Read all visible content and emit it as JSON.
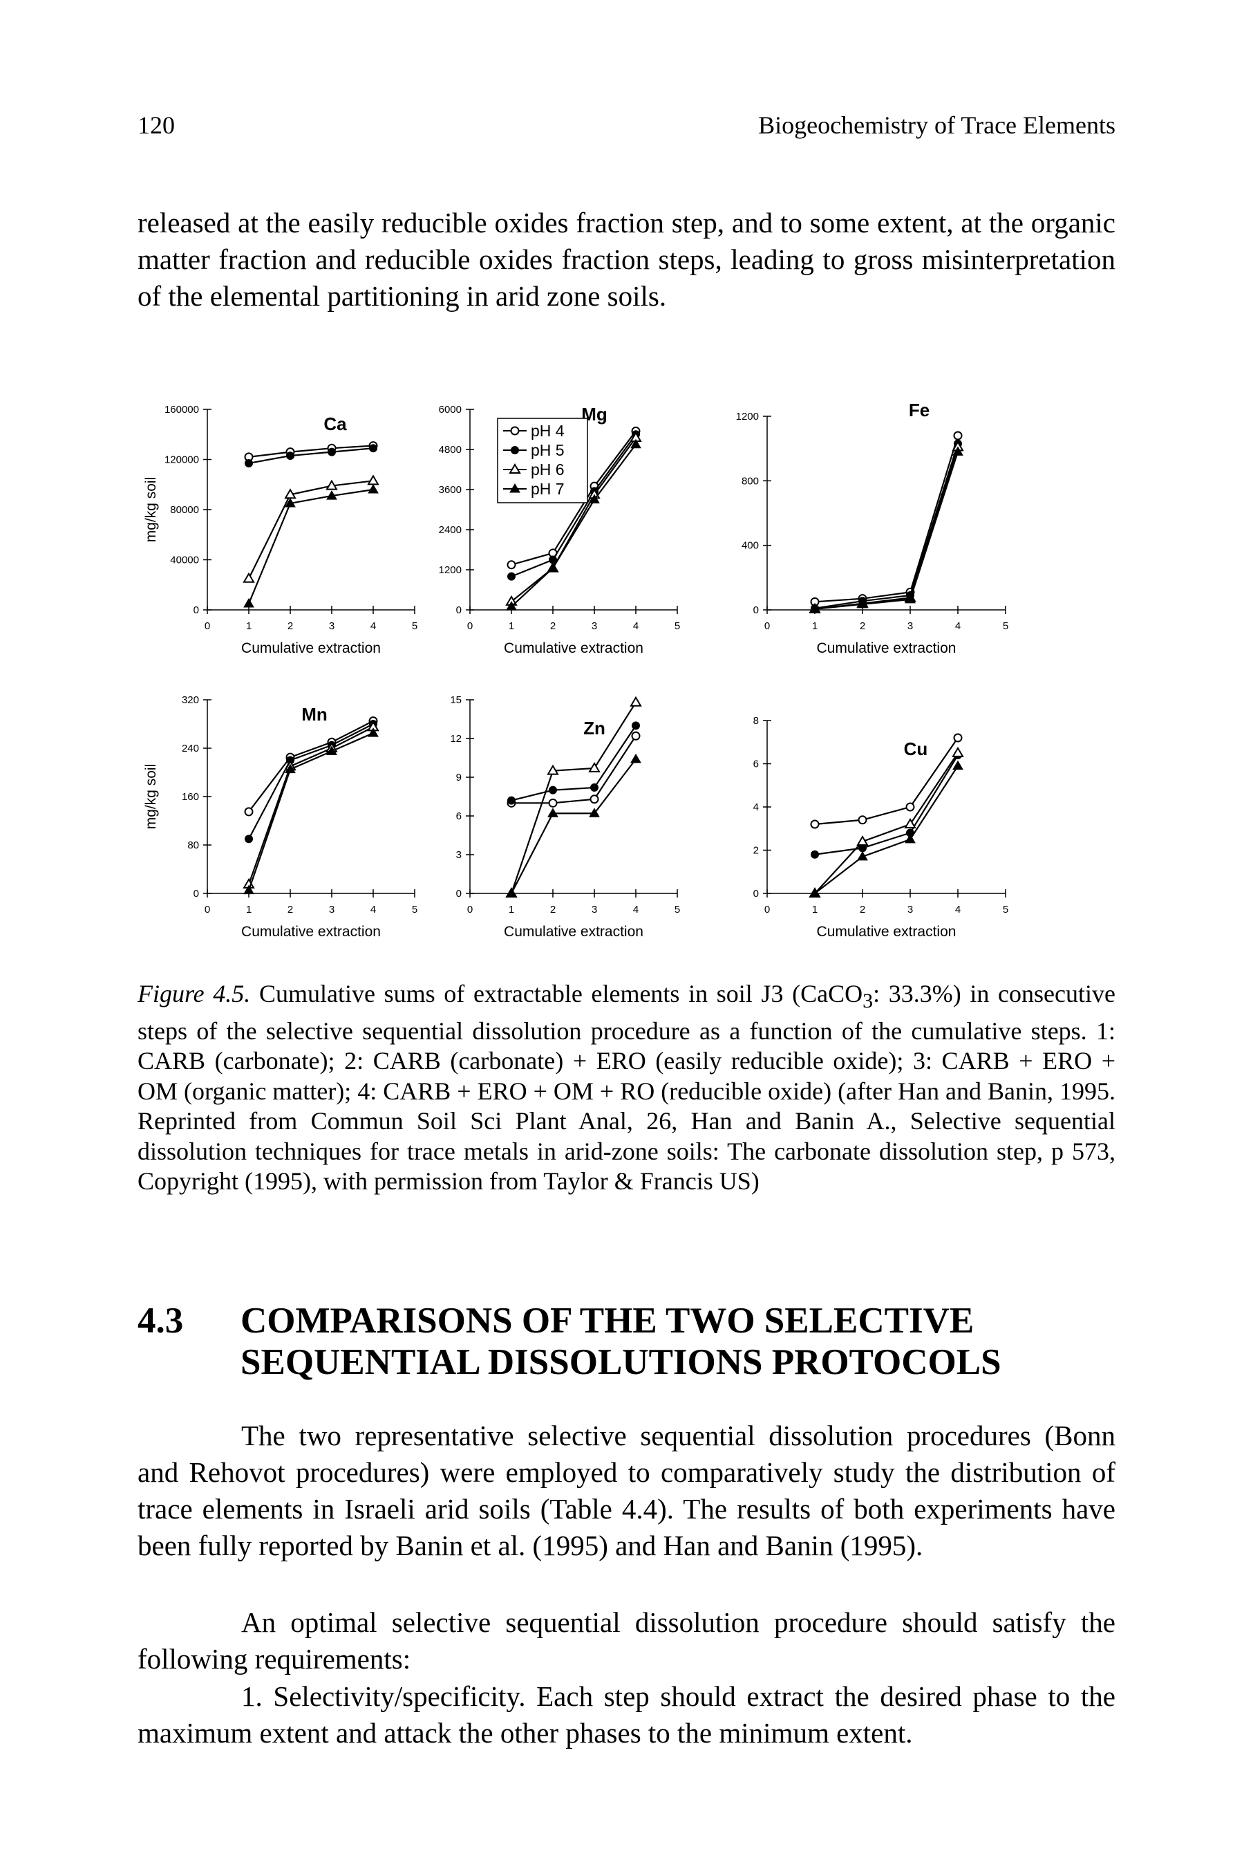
{
  "header": {
    "page_number": "120",
    "running_title": "Biogeochemistry of Trace Elements"
  },
  "paragraph_intro": "released at the easily reducible oxides fraction step, and to some extent, at the organic matter fraction and reducible oxides fraction steps, leading to gross misinterpretation of the elemental partitioning in arid zone soils.",
  "caption": {
    "label": "Figure 4.5.",
    "text_before_sub": " Cumulative sums of extractable elements in soil J3 (CaCO",
    "sub": "3",
    "text_after_sub": ": 33.3%) in consecutive steps of the selective sequential dissolution procedure as a function of the cumulative steps. 1: CARB (carbonate); 2: CARB (carbonate) + ERO (easily reducible oxide); 3: CARB + ERO + OM (organic matter); 4: CARB + ERO + OM + RO (reducible oxide) (after Han and Banin, 1995. Reprinted from Commun Soil Sci Plant Anal, 26, Han and Banin A., Selective sequential dissolution techniques for trace metals in arid-zone soils: The carbonate dissolution step, p 573, Copyright (1995), with permission from Taylor & Francis US)"
  },
  "section": {
    "number": "4.3",
    "title": "COMPARISONS OF THE TWO SELECTIVE SEQUENTIAL DISSOLUTIONS PROTOCOLS"
  },
  "paragraphs": [
    "The two representative selective sequential dissolution procedures (Bonn and Rehovot procedures) were employed to comparatively study the distribution of trace elements in Israeli arid soils (Table 4.4). The results of both experiments have been fully reported by Banin et al. (1995) and Han and Banin (1995).",
    "An optimal selective sequential dissolution procedure should satisfy the following requirements:",
    "1. Selectivity/specificity. Each step should extract the desired phase to the maximum extent and attack the other phases to the minimum extent."
  ],
  "chart_data": [
    {
      "type": "line",
      "title": "Ca",
      "xlabel": "Cumulative extraction",
      "ylabel": "mg/kg soil",
      "x": [
        1,
        2,
        3,
        4
      ],
      "xlim": [
        0,
        5
      ],
      "ylim": [
        0,
        160000
      ],
      "yticks": [
        0,
        40000,
        80000,
        120000,
        160000
      ],
      "series": [
        {
          "name": "pH 4",
          "marker": "open-circle",
          "values": [
            122000,
            126000,
            129000,
            131000
          ]
        },
        {
          "name": "pH 5",
          "marker": "filled-circle",
          "values": [
            117000,
            123000,
            126000,
            129000
          ]
        },
        {
          "name": "pH 6",
          "marker": "open-triangle",
          "values": [
            25000,
            92000,
            99000,
            103000
          ]
        },
        {
          "name": "pH 7",
          "marker": "filled-triangle",
          "values": [
            5000,
            85000,
            91000,
            96000
          ]
        }
      ]
    },
    {
      "type": "line",
      "title": "Mg",
      "xlabel": "Cumulative extraction",
      "ylabel": "",
      "x": [
        1,
        2,
        3,
        4
      ],
      "xlim": [
        0,
        5
      ],
      "ylim": [
        0,
        6000
      ],
      "yticks": [
        0,
        1200,
        2400,
        3600,
        4800,
        6000
      ],
      "series": [
        {
          "name": "pH 4",
          "marker": "open-circle",
          "values": [
            1350,
            1700,
            3700,
            5350
          ]
        },
        {
          "name": "pH 5",
          "marker": "filled-circle",
          "values": [
            1000,
            1500,
            3550,
            5250
          ]
        },
        {
          "name": "pH 6",
          "marker": "open-triangle",
          "values": [
            250,
            1250,
            3450,
            5150
          ]
        },
        {
          "name": "pH 7",
          "marker": "filled-triangle",
          "values": [
            100,
            1250,
            3300,
            4950
          ]
        }
      ]
    },
    {
      "type": "line",
      "title": "Fe",
      "xlabel": "Cumulative extraction",
      "ylabel": "",
      "x": [
        1,
        2,
        3,
        4
      ],
      "xlim": [
        0,
        5
      ],
      "ylim": [
        0,
        1200
      ],
      "yticks": [
        0,
        400,
        800,
        1200
      ],
      "series": [
        {
          "name": "pH 4",
          "marker": "open-circle",
          "values": [
            50,
            70,
            110,
            1080
          ]
        },
        {
          "name": "pH 5",
          "marker": "filled-circle",
          "values": [
            10,
            55,
            90,
            1030
          ]
        },
        {
          "name": "pH 6",
          "marker": "open-triangle",
          "values": [
            5,
            40,
            75,
            1010
          ]
        },
        {
          "name": "pH 7",
          "marker": "filled-triangle",
          "values": [
            5,
            35,
            65,
            980
          ]
        }
      ]
    },
    {
      "type": "line",
      "title": "Mn",
      "xlabel": "Cumulative extraction",
      "ylabel": "mg/kg soil",
      "x": [
        1,
        2,
        3,
        4
      ],
      "xlim": [
        0,
        5
      ],
      "ylim": [
        0,
        320
      ],
      "yticks": [
        0,
        80,
        160,
        240,
        320
      ],
      "series": [
        {
          "name": "pH 4",
          "marker": "open-circle",
          "values": [
            135,
            225,
            250,
            285
          ]
        },
        {
          "name": "pH 5",
          "marker": "filled-circle",
          "values": [
            90,
            220,
            245,
            280
          ]
        },
        {
          "name": "pH 6",
          "marker": "open-triangle",
          "values": [
            15,
            210,
            240,
            275
          ]
        },
        {
          "name": "pH 7",
          "marker": "filled-triangle",
          "values": [
            5,
            205,
            235,
            265
          ]
        }
      ]
    },
    {
      "type": "line",
      "title": "Zn",
      "xlabel": "Cumulative extraction",
      "ylabel": "",
      "x": [
        1,
        2,
        3,
        4
      ],
      "xlim": [
        0,
        5
      ],
      "ylim": [
        0,
        15
      ],
      "yticks": [
        0,
        3,
        6,
        9,
        12,
        15
      ],
      "series": [
        {
          "name": "pH 4",
          "marker": "open-circle",
          "values": [
            7,
            7,
            7.3,
            12.2
          ]
        },
        {
          "name": "pH 5",
          "marker": "filled-circle",
          "values": [
            7.2,
            8,
            8.2,
            13
          ]
        },
        {
          "name": "pH 6",
          "marker": "open-triangle",
          "values": [
            0,
            9.5,
            9.7,
            14.8
          ]
        },
        {
          "name": "pH 7",
          "marker": "filled-triangle",
          "values": [
            0,
            6.2,
            6.2,
            10.4
          ]
        }
      ]
    },
    {
      "type": "line",
      "title": "Cu",
      "xlabel": "Cumulative extraction",
      "ylabel": "",
      "x": [
        1,
        2,
        3,
        4
      ],
      "xlim": [
        0,
        5
      ],
      "ylim": [
        0,
        8
      ],
      "yticks": [
        0,
        2,
        4,
        6,
        8
      ],
      "series": [
        {
          "name": "pH 4",
          "marker": "open-circle",
          "values": [
            3.2,
            3.4,
            4,
            7.2
          ]
        },
        {
          "name": "pH 5",
          "marker": "filled-circle",
          "values": [
            1.8,
            2.1,
            2.8,
            6.4
          ]
        },
        {
          "name": "pH 6",
          "marker": "open-triangle",
          "values": [
            0,
            2.4,
            3.2,
            6.5
          ]
        },
        {
          "name": "pH 7",
          "marker": "filled-triangle",
          "values": [
            0,
            1.7,
            2.5,
            5.9
          ]
        }
      ]
    }
  ]
}
